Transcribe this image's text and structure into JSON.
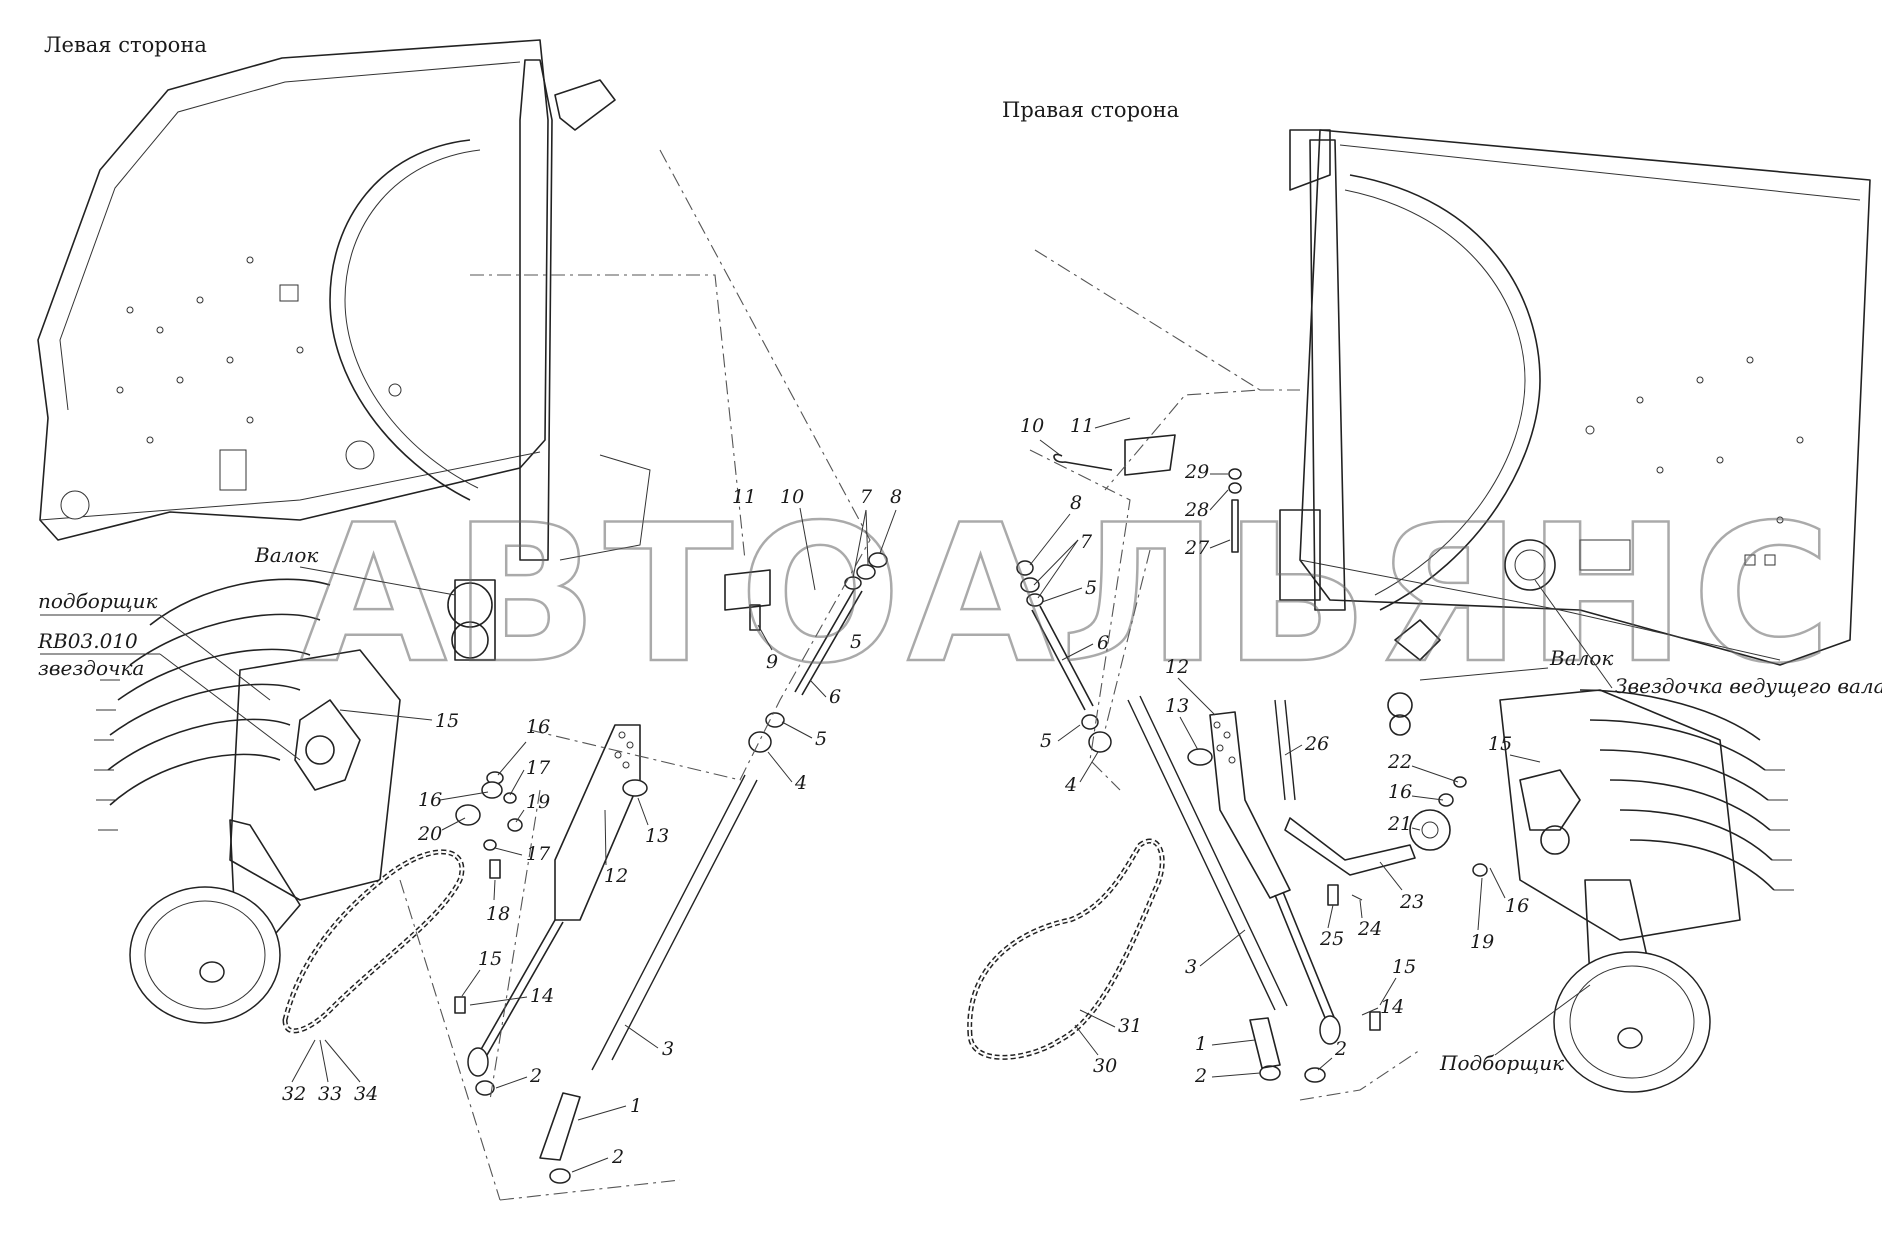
{
  "captions": {
    "left_side": "Левая сторона",
    "right_side": "Правая сторона"
  },
  "watermark": "АВТОАЛЬЯНС",
  "callouts": {
    "left_valok": "Валок",
    "left_podborshchik": "подборщик",
    "left_rb": "RB03.010",
    "left_zvezdochka": "звездочка",
    "right_valok": "Валок",
    "right_drive_sprocket": "Звездочка ведущего вала",
    "right_podborshchik": "Подборщик"
  },
  "left_numbers": {
    "n11": "11",
    "n10": "10",
    "n7": "7",
    "n8": "8",
    "n9": "9",
    "n5a": "5",
    "n6": "6",
    "n5b": "5",
    "n4": "4",
    "n15a": "15",
    "n16a": "16",
    "n16b": "16",
    "n17a": "17",
    "n19": "19",
    "n20": "20",
    "n17b": "17",
    "n18": "18",
    "n13": "13",
    "n12": "12",
    "n15b": "15",
    "n14": "14",
    "n3": "3",
    "n2a": "2",
    "n1": "1",
    "n2b": "2",
    "n32": "32",
    "n33": "33",
    "n34": "34"
  },
  "right_numbers": {
    "n10": "10",
    "n11": "11",
    "n29": "29",
    "n28": "28",
    "n27": "27",
    "n8": "8",
    "n7": "7",
    "n5a": "5",
    "n6": "6",
    "n5b": "5",
    "n4": "4",
    "n12": "12",
    "n13": "13",
    "n26": "26",
    "n22": "22",
    "n16a": "16",
    "n21": "21",
    "n15a": "15",
    "n23": "23",
    "n24": "24",
    "n25": "25",
    "n19": "19",
    "n16b": "16",
    "n3": "3",
    "n15b": "15",
    "n14": "14",
    "n31": "31",
    "n30": "30",
    "n1": "1",
    "n2a": "2",
    "n2b": "2"
  }
}
